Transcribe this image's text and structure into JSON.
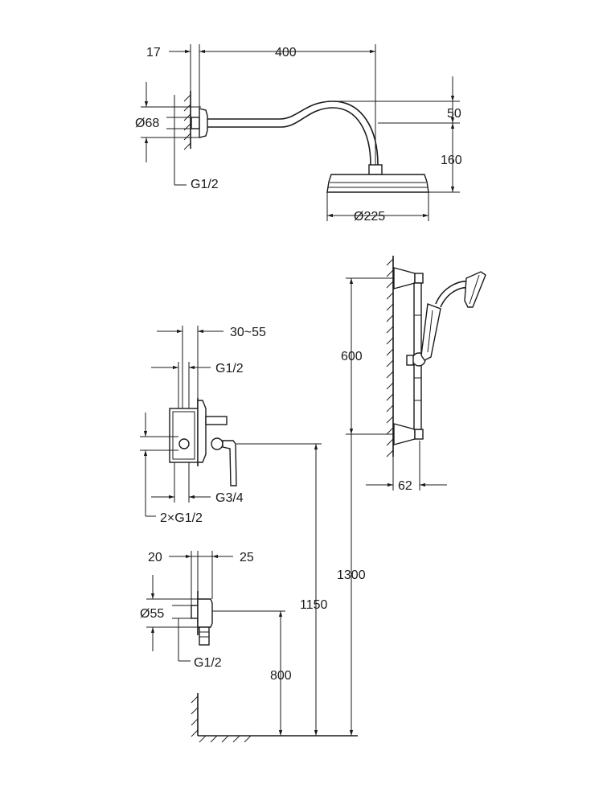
{
  "shower_arm": {
    "dim_wall_offset": "17",
    "dim_arm_reach": "400",
    "dim_flange_dia": "Ø68",
    "dim_thread": "G1/2",
    "dim_head_offset": "50",
    "dim_head_drop": "160",
    "dim_head_dia": "Ø225"
  },
  "mixer": {
    "dim_depth": "30~55",
    "dim_outlet_thread": "G1/2",
    "dim_inlet_thread": "G3/4",
    "dim_inlets": "2×G1/2"
  },
  "wall_outlet": {
    "dim_left": "20",
    "dim_right": "25",
    "dim_dia": "Ø55",
    "dim_thread": "G1/2"
  },
  "rail": {
    "dim_bracket_spacing": "600",
    "dim_projection": "62"
  },
  "heights": {
    "outlet_height": "800",
    "mixer_height": "1150",
    "rail_height": "1300"
  },
  "colors": {
    "line": "#1a1a1a",
    "background": "#ffffff"
  }
}
